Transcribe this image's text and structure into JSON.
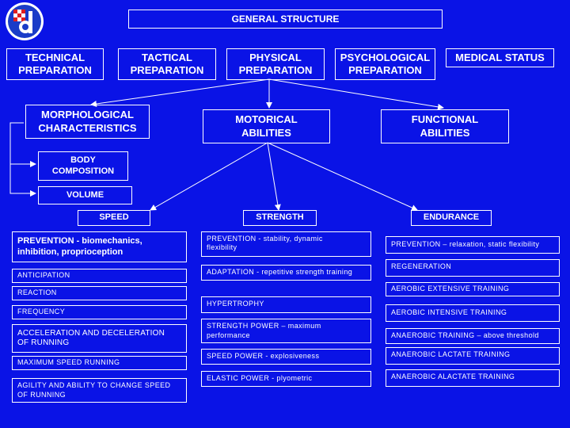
{
  "title": "GENERAL STRUCTURE",
  "preparation": [
    "TECHNICAL\nPREPARATION",
    "TACTICAL\nPREPARATION",
    "PHYSICAL\nPREPARATION",
    "PSYCHOLOGICAL\nPREPARATION",
    "MEDICAL STATUS"
  ],
  "characteristics": {
    "morphological": "MORPHOLOGICAL\nCHARACTERISTICS",
    "motorical": "MOTORICAL\nABILITIES",
    "functional": "FUNCTIONAL\nABILITIES"
  },
  "morpho_sub": {
    "body_composition": "BODY\nCOMPOSITION",
    "volume": "VOLUME"
  },
  "abilities": {
    "speed": "SPEED",
    "strength": "STRENGTH",
    "endurance": "ENDURANCE"
  },
  "speed_items": [
    "PREVENTION - biomechanics,\ninhibition, proprioception",
    "ANTICIPATION",
    "REACTION",
    "FREQUENCY",
    "ACCELERATION AND DECELERATION\nOF RUNNING",
    "MAXIMUM SPEED RUNNING",
    "AGILITY AND ABILITY TO CHANGE SPEED\nOF RUNNING"
  ],
  "strength_items": [
    "PREVENTION - stability, dynamic\nflexibility",
    "ADAPTATION - repetitive strength training",
    "HYPERTROPHY",
    "STRENGTH POWER – maximum\nperformance",
    "SPEED POWER - explosiveness",
    "ELASTIC POWER - plyometric"
  ],
  "endurance_items": [
    "PREVENTION – relaxation, static flexibility",
    "REGENERATION",
    "AEROBIC EXTENSIVE TRAINING",
    "AEROBIC INTENSIVE TRAINING",
    "ANAEROBIC TRAINING – above threshold",
    "ANAEROBIC LACTATE TRAINING",
    "ANAEROBIC ALACTATE TRAINING"
  ],
  "colors": {
    "background": "#0a13e6",
    "text": "#ffffff",
    "logo_red": "#e02020",
    "logo_blue": "#1a3cc8"
  },
  "icons": [
    "club-logo-icon"
  ]
}
